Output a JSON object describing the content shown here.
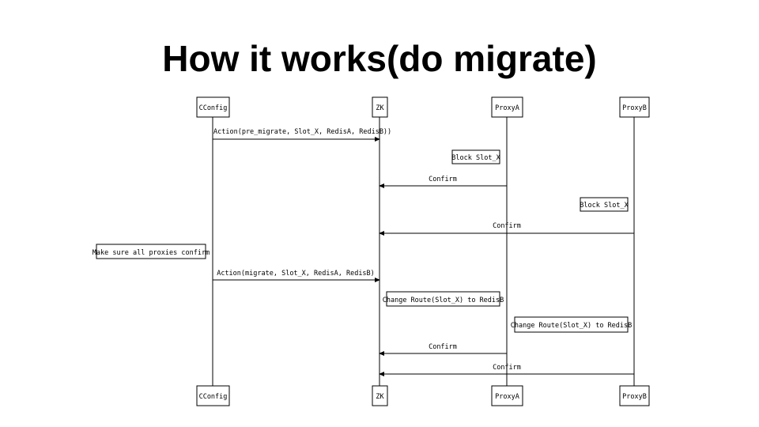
{
  "title": "How it works(do migrate)",
  "participants": [
    "CConfig",
    "ZK",
    "ProxyA",
    "ProxyB"
  ],
  "messages": [
    {
      "text": "Action(pre_migrate, Slot_X, RedisA, RedisB))",
      "from": "CConfig",
      "to": "ZK"
    },
    {
      "text": "Confirm",
      "from": "ProxyA",
      "to": "ZK"
    },
    {
      "text": "Confirm",
      "from": "ProxyB",
      "to": "ZK"
    },
    {
      "text": "Action(migrate, Slot_X, RedisA, RedisB)",
      "from": "CConfig",
      "to": "ZK"
    },
    {
      "text": "Confirm",
      "from": "ProxyA",
      "to": "ZK"
    },
    {
      "text": "Confirm",
      "from": "ProxyB",
      "to": "ZK"
    }
  ],
  "notes": [
    {
      "text": "Block Slot_X",
      "participant": "ProxyA"
    },
    {
      "text": "Block Slot_X",
      "participant": "ProxyB"
    },
    {
      "text": "Make sure all proxies confirm",
      "participant": "CConfig"
    },
    {
      "text": "Change Route(Slot_X) to RedisB",
      "participant": "ZK"
    },
    {
      "text": "Change Route(Slot_X) to RedisB",
      "participant": "ProxyA"
    }
  ]
}
